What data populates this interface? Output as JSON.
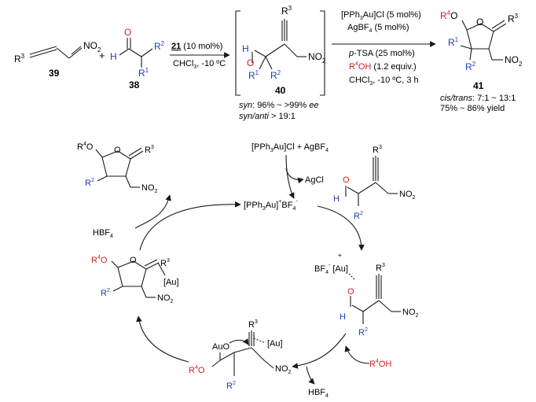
{
  "colors": {
    "red": "#d21f1f",
    "blue": "#1a3fb5",
    "ink": "#1a1a1a"
  },
  "reaction": {
    "reagent39": {
      "label": "39",
      "groups": [
        "R",
        "3",
        "NO",
        "2"
      ]
    },
    "plus": "+",
    "reagent38": {
      "label": "38",
      "groups": [
        "H",
        "O",
        "R",
        "2",
        "R",
        "1"
      ]
    },
    "step1": {
      "cat_num": "21",
      "cat_loading": " (10 mol%)",
      "solvent": "CHCl",
      "solvent_sub": "3",
      "temp": ", -10 ºC"
    },
    "intermediate40": {
      "label": "40",
      "groups": [
        "R",
        "3",
        "H",
        "O",
        "R",
        "1",
        "R",
        "2",
        "NO",
        "2"
      ],
      "syn_label": "syn",
      "syn_value": ": 96% ~ >99% ",
      "ee": "ee",
      "ratio_label": "syn/anti",
      "ratio_value": " > 19:1"
    },
    "step2": {
      "line1_a": "[PPh",
      "line1_sub": "3",
      "line1_b": "Au]Cl (5 mol%)",
      "line2_a": "AgBF",
      "line2_sub": "4",
      "line2_b": " (5 mol%)",
      "line3_a": "p",
      "line3_b": "-TSA (25 mol%)",
      "line4_r": "R",
      "line4_sup": "4",
      "line4_oh": "OH",
      "line4_eq": " (1.2 equiv.)",
      "line5_a": "CHCl",
      "line5_sub": "3",
      "line5_b": ", -10 ºC, 3 h"
    },
    "product41": {
      "label": "41",
      "groups": [
        "R",
        "4",
        "O",
        "R",
        "3",
        "R",
        "1",
        "R",
        "2",
        "NO",
        "2",
        "O"
      ],
      "dr_label": "cis/trans",
      "dr_value": ": 7:1 ~ 13:1",
      "yield": "75% ~ 86% yield"
    }
  },
  "cycle": {
    "catalyst_generation_a": "[PPh",
    "catalyst_generation_sub": "3",
    "catalyst_generation_b": "Au]Cl + AgBF",
    "catalyst_generation_sub2": "4",
    "byproduct": "AgCl",
    "catalyst_a": "[PPh",
    "catalyst_sub": "3",
    "catalyst_b": "Au]",
    "catalyst_plus": "+",
    "catalyst_bf": "BF",
    "catalyst_bf_sub": "4",
    "catalyst_bf_sup": "-",
    "complex_bf": "BF",
    "complex_bf_sub": "4",
    "complex_minus": "-",
    "complex_plus": "+",
    "complex_au": "[Au]",
    "alcohol_r": "R",
    "alcohol_sup": "4",
    "alcohol_oh": "OH",
    "acid_release": "HBF",
    "acid_release_sub": "4",
    "acid_return": "HBF",
    "acid_return_sub": "4",
    "vinyl_au": "[Au]",
    "alkoxide_au": "Au",
    "pi_au": "[Au]",
    "atoms": {
      "O": "O",
      "H": "H",
      "R": "R",
      "NO": "NO",
      "two": "2",
      "three": "3",
      "four": "4"
    }
  }
}
